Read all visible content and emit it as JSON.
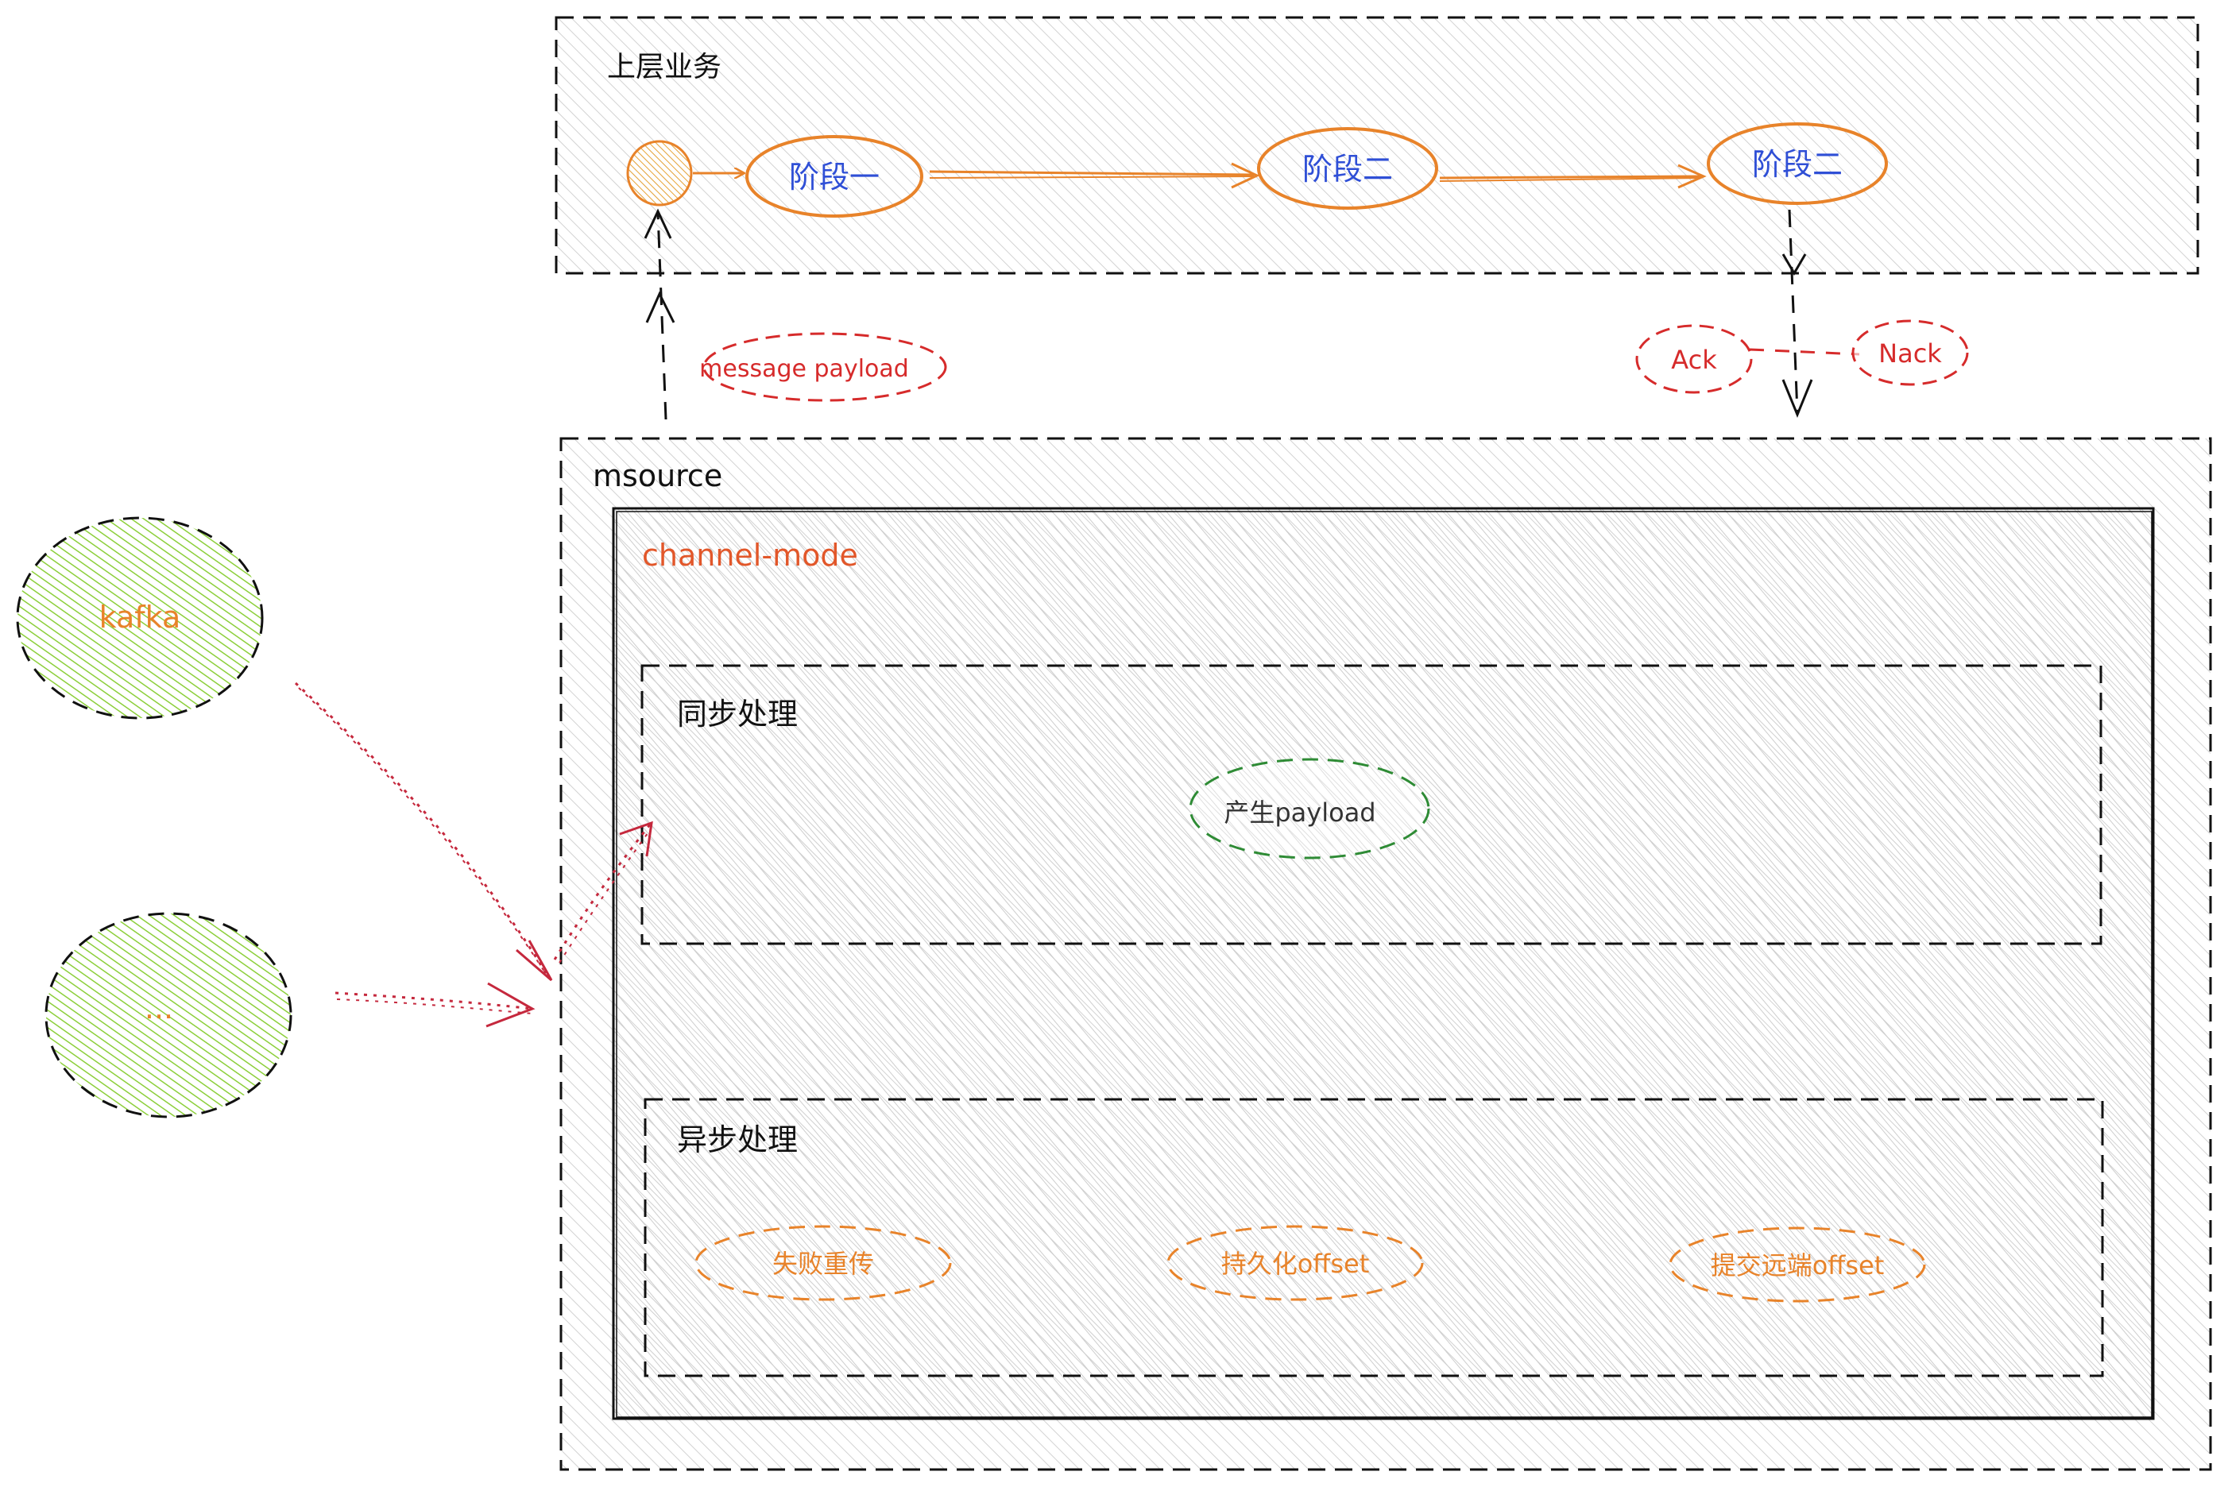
{
  "upper": {
    "title": "上层业务"
  },
  "stages": {
    "s1": "阶段一",
    "s2": "阶段二",
    "s3": "阶段二"
  },
  "message_payload": "message payload",
  "ack": "Ack",
  "nack": "Nack",
  "msource": {
    "title": "msource"
  },
  "channel_mode": {
    "title": "channel-mode"
  },
  "sync": {
    "title": "同步处理",
    "produce": "产生payload"
  },
  "async": {
    "title": "异步处理",
    "retry": "失败重传",
    "persist": "持久化offset",
    "commit": "提交远端offset"
  },
  "sources": {
    "kafka": "kafka",
    "more": "..."
  },
  "colors": {
    "orange": "#e8832a",
    "blue": "#2f4fd6",
    "red": "#d62b2b",
    "green": "#2e8b35",
    "lime": "#8ccf3a",
    "hatch": "#cfcfcf",
    "channel_text": "#e2572a"
  }
}
